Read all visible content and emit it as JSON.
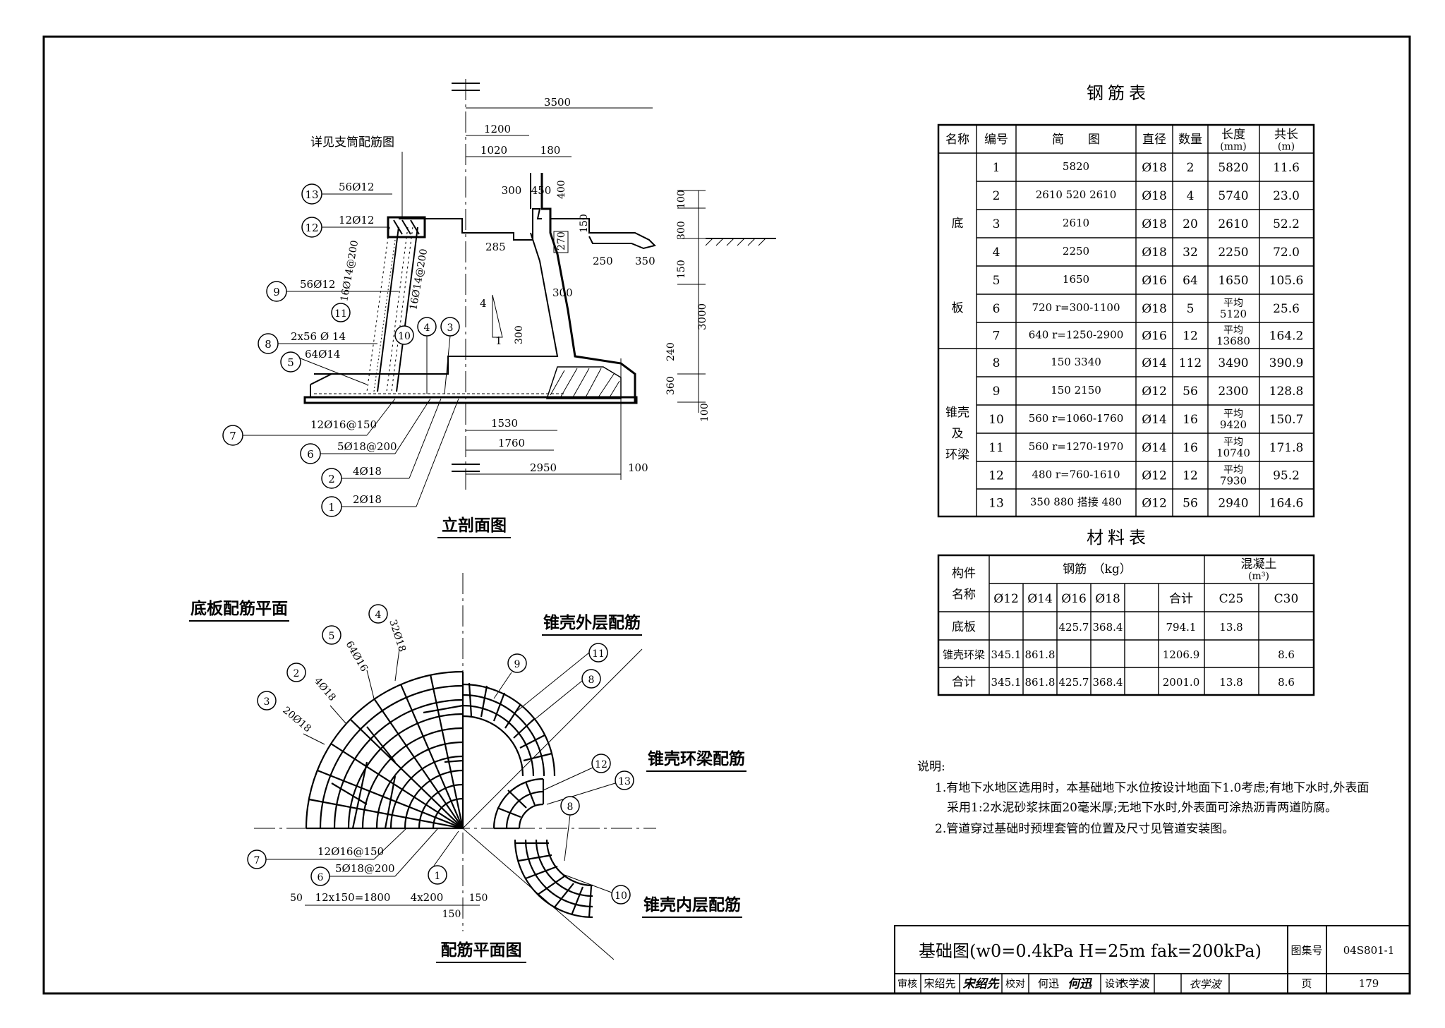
{
  "section": {
    "title": "立剖面图",
    "note_support": "详见支筒配筋图",
    "dims": [
      "3500",
      "1200",
      "1020",
      "180",
      "300",
      "450",
      "400",
      "100",
      "300",
      "150",
      "150",
      "285",
      "270",
      "250",
      "350",
      "300",
      "300",
      "3000",
      "240",
      "360",
      "100",
      "1530",
      "1760",
      "2950",
      "100",
      "4",
      "1"
    ],
    "callouts": [
      {
        "no": "13",
        "label": "56Ø12"
      },
      {
        "no": "12",
        "label": "12Ø12"
      },
      {
        "no": "9",
        "label": "56Ø12"
      },
      {
        "no": "8",
        "label": "2x56 Ø 14"
      },
      {
        "no": "5",
        "label": "64Ø14"
      },
      {
        "no": "11",
        "label": "16Ø14@200"
      },
      {
        "no": "10",
        "label": "16Ø14@200"
      },
      {
        "no": "4",
        "label": ""
      },
      {
        "no": "3",
        "label": ""
      },
      {
        "no": "7",
        "label": "12Ø16@150"
      },
      {
        "no": "6",
        "label": "5Ø18@200"
      },
      {
        "no": "2",
        "label": "4Ø18"
      },
      {
        "no": "1",
        "label": "2Ø18"
      }
    ]
  },
  "plan": {
    "title": "配筋平面图",
    "q_base": "底板配筋平面",
    "q_outer": "锥壳外层配筋",
    "q_ring": "锥壳环梁配筋",
    "q_inner": "锥壳内层配筋",
    "callouts": [
      {
        "no": "4",
        "label": "32Ø18"
      },
      {
        "no": "5",
        "label": "64Ø16"
      },
      {
        "no": "2",
        "label": "4Ø18"
      },
      {
        "no": "3",
        "label": "20Ø18"
      },
      {
        "no": "9",
        "label": ""
      },
      {
        "no": "11",
        "label": ""
      },
      {
        "no": "8",
        "label": ""
      },
      {
        "no": "12",
        "label": ""
      },
      {
        "no": "13",
        "label": ""
      },
      {
        "no": "8",
        "label": ""
      },
      {
        "no": "10",
        "label": ""
      },
      {
        "no": "7",
        "label": "12Ø16@150"
      },
      {
        "no": "6",
        "label": "5Ø18@200"
      },
      {
        "no": "1",
        "label": ""
      }
    ],
    "dims": [
      "50",
      "12x150=1800",
      "4x200",
      "150",
      "150"
    ]
  },
  "rebar_table": {
    "title": "钢筋表",
    "headers": [
      "名称",
      "编号",
      "简　　图",
      "直径",
      "数量",
      "长度",
      "(mm)",
      "共长",
      "(m)"
    ],
    "group_base": [
      "底",
      "板"
    ],
    "group_shell": [
      "锥壳",
      "及",
      "环梁"
    ],
    "rows": [
      {
        "no": "1",
        "sketch": "5820",
        "dia": "Ø18",
        "qty": "2",
        "len": "5820",
        "total": "11.6"
      },
      {
        "no": "2",
        "sketch": "2610 520 2610",
        "dia": "Ø18",
        "qty": "4",
        "len": "5740",
        "total": "23.0"
      },
      {
        "no": "3",
        "sketch": "2610",
        "dia": "Ø18",
        "qty": "20",
        "len": "2610",
        "total": "52.2"
      },
      {
        "no": "4",
        "sketch": "2250",
        "dia": "Ø18",
        "qty": "32",
        "len": "2250",
        "total": "72.0"
      },
      {
        "no": "5",
        "sketch": "1650",
        "dia": "Ø16",
        "qty": "64",
        "len": "1650",
        "total": "105.6"
      },
      {
        "no": "6",
        "sketch": "720 r=300-1100",
        "dia": "Ø18",
        "qty": "5",
        "len": "平均 5120",
        "total": "25.6"
      },
      {
        "no": "7",
        "sketch": "640 r=1250-2900",
        "dia": "Ø16",
        "qty": "12",
        "len": "平均 13680",
        "total": "164.2"
      },
      {
        "no": "8",
        "sketch": "150 3340",
        "dia": "Ø14",
        "qty": "112",
        "len": "3490",
        "total": "390.9"
      },
      {
        "no": "9",
        "sketch": "150 2150",
        "dia": "Ø12",
        "qty": "56",
        "len": "2300",
        "total": "128.8"
      },
      {
        "no": "10",
        "sketch": "560 r=1060-1760",
        "dia": "Ø14",
        "qty": "16",
        "len": "平均 9420",
        "total": "150.7"
      },
      {
        "no": "11",
        "sketch": "560 r=1270-1970",
        "dia": "Ø14",
        "qty": "16",
        "len": "平均 10740",
        "total": "171.8"
      },
      {
        "no": "12",
        "sketch": "480 r=760-1610",
        "dia": "Ø12",
        "qty": "12",
        "len": "平均 7930",
        "total": "95.2"
      },
      {
        "no": "13",
        "sketch": "350 880 搭接 480",
        "dia": "Ø12",
        "qty": "56",
        "len": "2940",
        "total": "164.6"
      }
    ]
  },
  "material_table": {
    "title": "材料表",
    "h_member": "构件",
    "h_name": "名称",
    "h_steel": "钢筋　（kg）",
    "h_concrete": "混凝土",
    "h_concrete_unit": "(m³)",
    "sub": [
      "Ø12",
      "Ø14",
      "Ø16",
      "Ø18",
      "",
      "合计",
      "C25",
      "C30"
    ],
    "rows": [
      {
        "name": "底板",
        "v": [
          "",
          "",
          "425.7",
          "368.4",
          "",
          "794.1",
          "13.8",
          ""
        ]
      },
      {
        "name": "锥壳环梁",
        "v": [
          "345.1",
          "861.8",
          "",
          "",
          "",
          "1206.9",
          "",
          "8.6"
        ]
      },
      {
        "name": "合计",
        "v": [
          "345.1",
          "861.8",
          "425.7",
          "368.4",
          "",
          "2001.0",
          "13.8",
          "8.6"
        ]
      }
    ]
  },
  "notes": {
    "heading": "说明:",
    "lines": [
      "1.有地下水地区选用时，本基础地下水位按设计地面下1.0考虑;有地下水时,外表面",
      "采用1:2水泥砂浆抹面20毫米厚;无地下水时,外表面可涂热沥青两道防腐。",
      "2.管道穿过基础时预埋套管的位置及尺寸见管道安装图。"
    ]
  },
  "titleblock": {
    "title": "基础图(w0=0.4kPa H=25m fak=200kPa)",
    "atlas_label": "图集号",
    "atlas_no": "04S801-1",
    "review_label": "审核",
    "review_name": "宋绍先",
    "check_label": "校对",
    "check_name": "何迅",
    "design_label": "设计",
    "design_name": "衣学波",
    "page_label": "页",
    "page_no": "179"
  }
}
